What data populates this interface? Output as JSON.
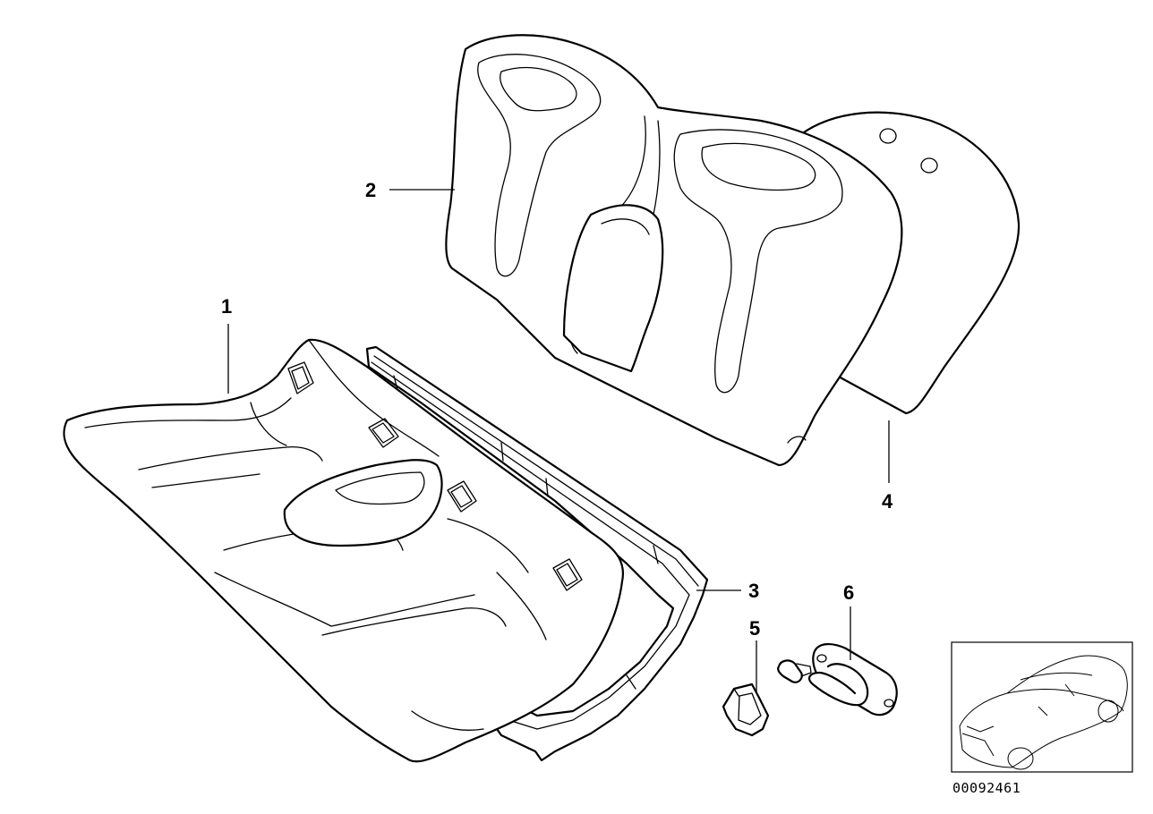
{
  "callouts": {
    "c1": "1",
    "c2": "2",
    "c3": "3",
    "c4": "4",
    "c5": "5",
    "c6": "6"
  },
  "reference_number": "00092461",
  "icons": [
    "seat-cushion",
    "backrest-cover",
    "cushion-frame",
    "backrest-panel",
    "clip",
    "latch-bracket",
    "screw",
    "car-locator"
  ]
}
